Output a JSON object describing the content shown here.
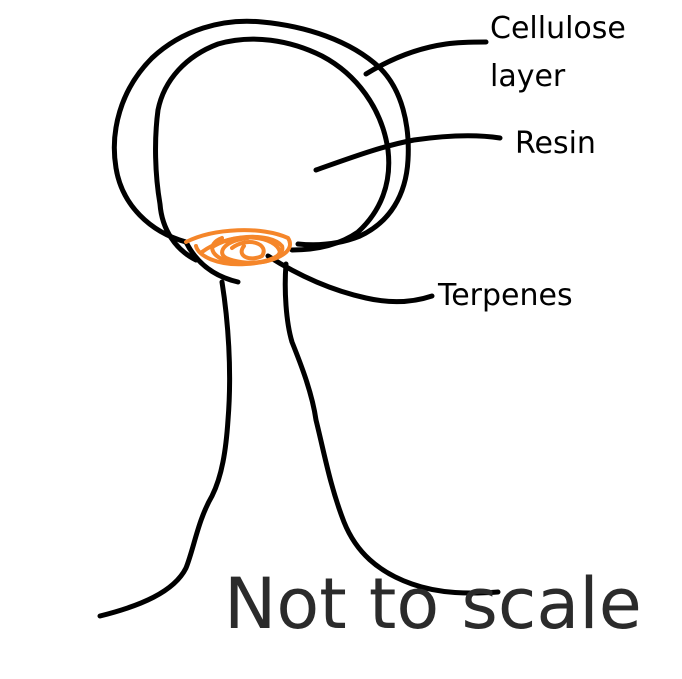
{
  "labels": {
    "cellulose_line1": "Cellulose",
    "cellulose_line2": "layer",
    "resin": "Resin",
    "terpenes": "Terpenes"
  },
  "note": "Not to scale",
  "colors": {
    "outline": "#000000",
    "terpenes": "#f5862a",
    "note_text": "#2b2b2b"
  }
}
